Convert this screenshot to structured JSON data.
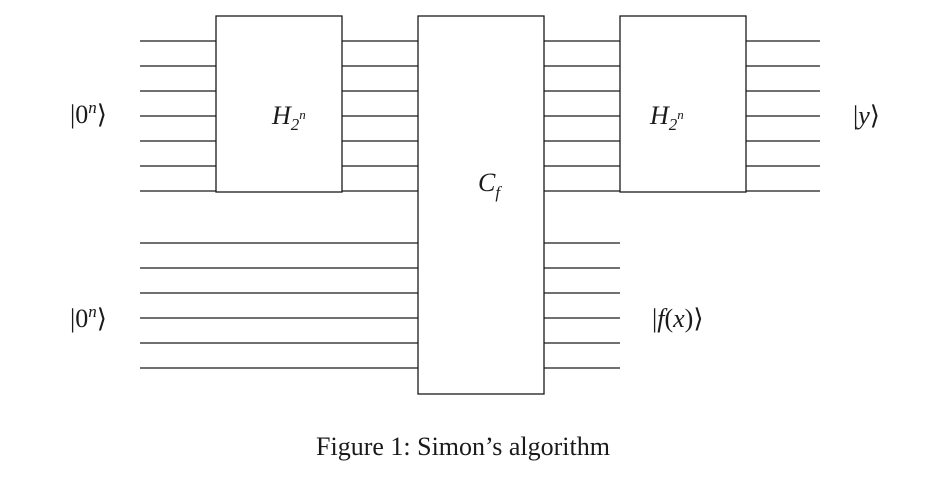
{
  "labels": {
    "input_top": {
      "prefix": "|0",
      "sup": "n",
      "suffix": "⟩"
    },
    "input_bottom": {
      "prefix": "|0",
      "sup": "n",
      "suffix": "⟩"
    },
    "output_top": {
      "prefix": "|",
      "var": "y",
      "suffix": "⟩"
    },
    "output_bottom": {
      "prefix": "|",
      "fn": "f",
      "arg_open": "(",
      "arg": "x",
      "arg_close": ")",
      "suffix": "⟩"
    }
  },
  "gates": {
    "hadamard_left": {
      "base": "H",
      "sub": "2",
      "sup": "n"
    },
    "oracle": {
      "base": "C",
      "sub": "f"
    },
    "hadamard_right": {
      "base": "H",
      "sub": "2",
      "sup": "n"
    }
  },
  "caption": "Figure 1: Simon’s algorithm",
  "colors": {
    "ink": "#1a1a1a",
    "background": "#ffffff"
  }
}
